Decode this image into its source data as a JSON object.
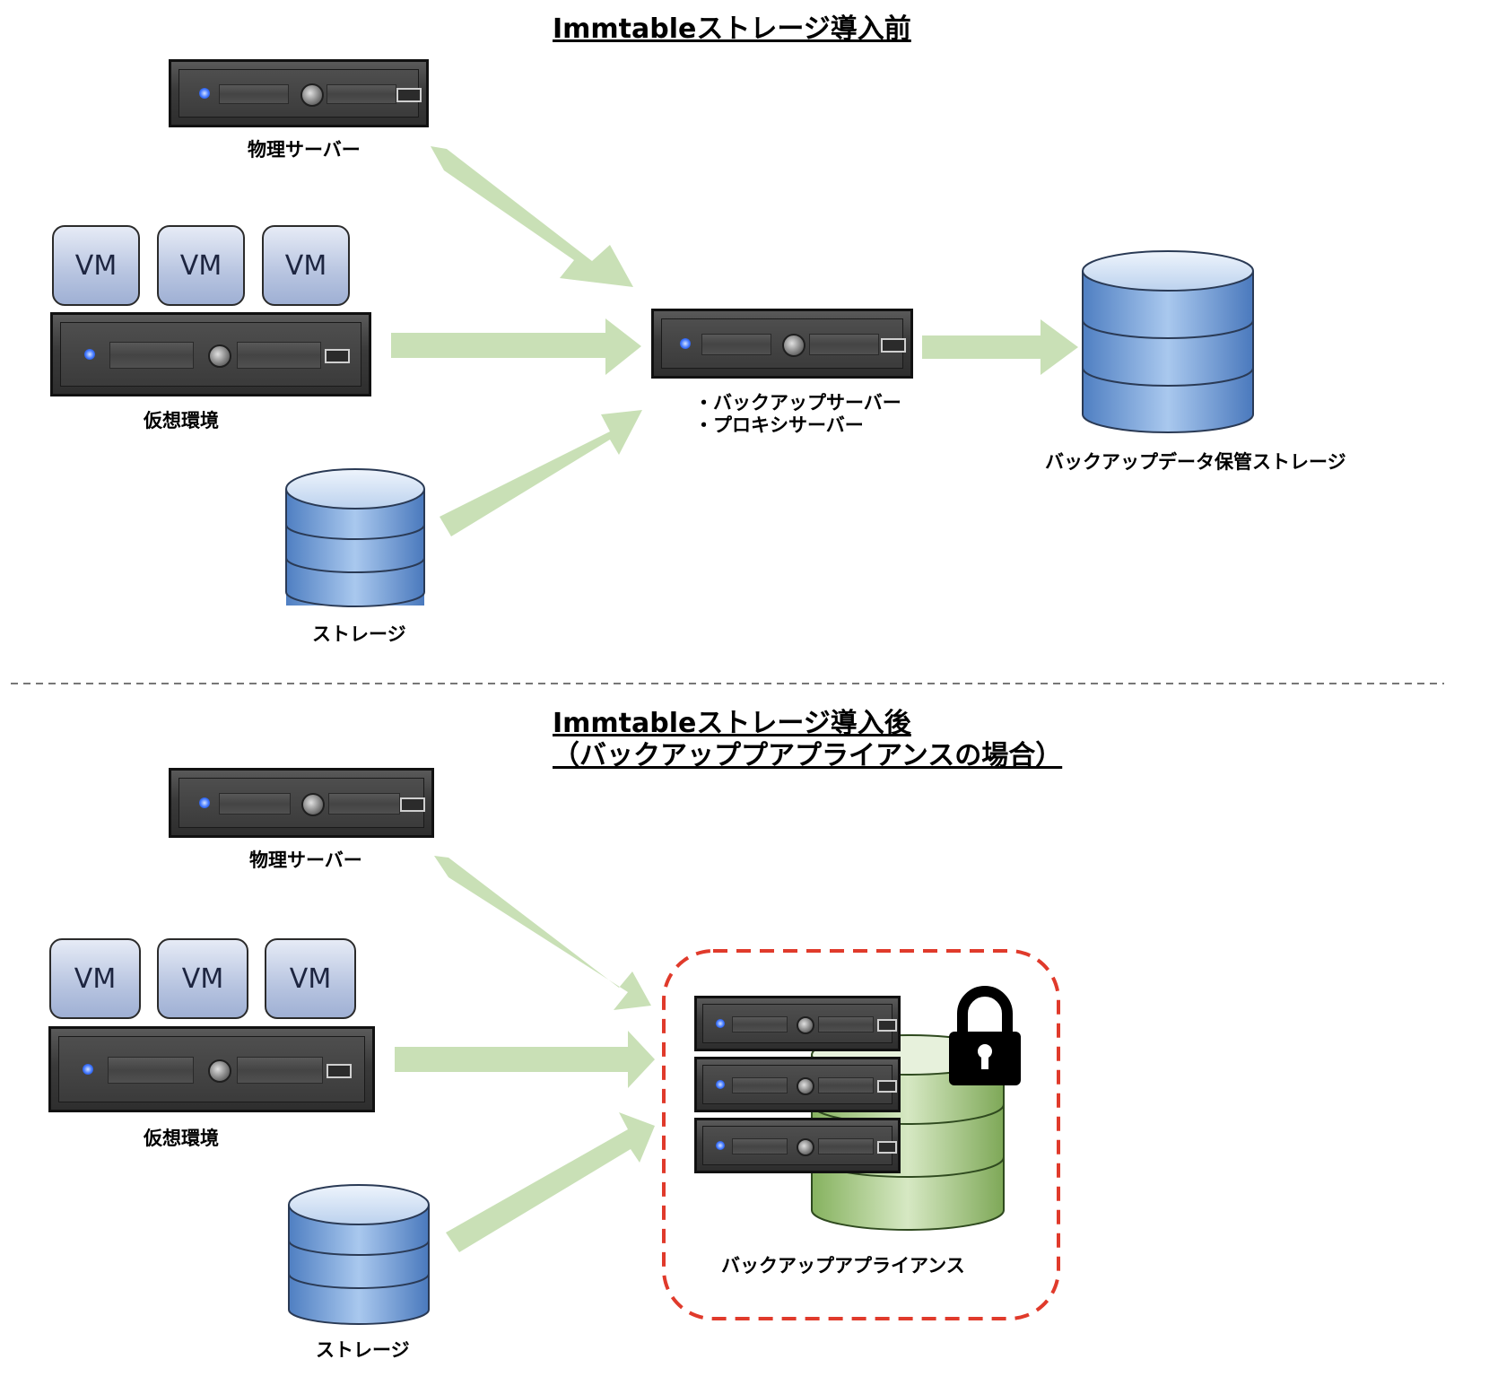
{
  "before": {
    "title": "Immtableストレージ導入前",
    "physical_server_label": "物理サーバー",
    "virtual_env_label": "仮想環境",
    "storage_label": "ストレージ",
    "vm_labels": [
      "VM",
      "VM",
      "VM"
    ],
    "backup_server_lines": [
      "・バックアップサーバー",
      "・プロキシサーバー"
    ],
    "backup_storage_label": "バックアップデータ保管ストレージ"
  },
  "after": {
    "title_line1": "Immtableストレージ導入後",
    "title_line2": "（バックアッププアプライアンスの場合）",
    "physical_server_label": "物理サーバー",
    "virtual_env_label": "仮想環境",
    "storage_label": "ストレージ",
    "vm_labels": [
      "VM",
      "VM",
      "VM"
    ],
    "appliance_label": "バックアップアプライアンス"
  },
  "colors": {
    "arrow": "#c9e0b6",
    "storage_blue": "#6d9bd6",
    "appliance_green": "#9dc27c",
    "dashed_box": "#e03a2b",
    "separator": "#777777"
  }
}
